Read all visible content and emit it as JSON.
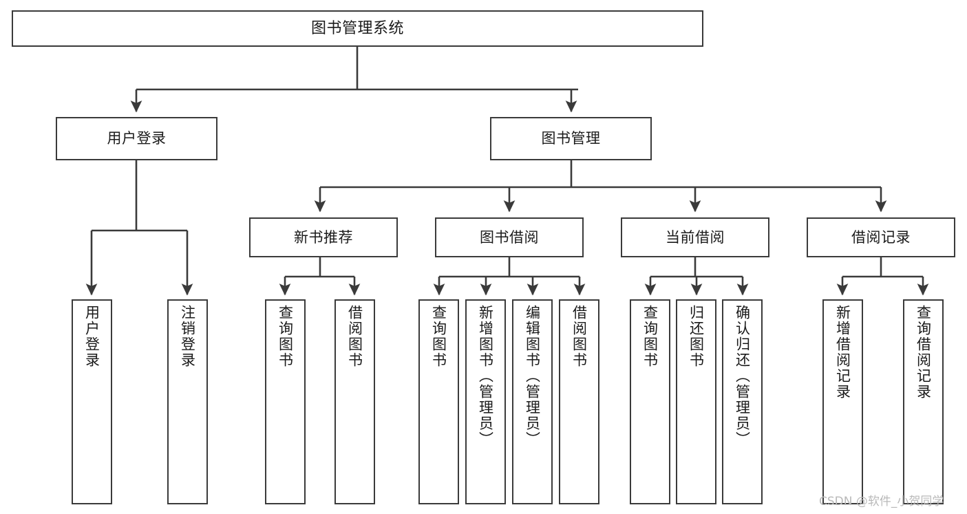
{
  "diagram": {
    "title": "图书管理系统",
    "type": "tree-hierarchy",
    "orientation": "top-down",
    "colors": {
      "box_border": "#3a3a3a",
      "box_fill": "#ffffff",
      "connector": "#3a3a3a",
      "text": "#1a1a1a",
      "watermark": "#b9b9b9",
      "background": "#ffffff"
    }
  },
  "nodes": {
    "root": {
      "label": "图书管理系统"
    },
    "level2": [
      {
        "label": "用户登录"
      },
      {
        "label": "图书管理"
      }
    ],
    "level3": [
      {
        "label": "新书推荐"
      },
      {
        "label": "图书借阅"
      },
      {
        "label": "当前借阅"
      },
      {
        "label": "借阅记录"
      }
    ],
    "leaves": {
      "user_login": [
        {
          "label": "用户登录"
        },
        {
          "label": "注销登录"
        }
      ],
      "new_book_recommend": [
        {
          "label": "查询图书"
        },
        {
          "label": "借阅图书"
        }
      ],
      "book_borrow": [
        {
          "label": "查询图书"
        },
        {
          "label": "新增图书（管理员）"
        },
        {
          "label": "编辑图书（管理员）"
        },
        {
          "label": "借阅图书"
        }
      ],
      "current_borrow": [
        {
          "label": "查询图书"
        },
        {
          "label": "归还图书"
        },
        {
          "label": "确认归还（管理员）"
        }
      ],
      "borrow_record": [
        {
          "label": "新增借阅记录"
        },
        {
          "label": "查询借阅记录"
        }
      ]
    }
  },
  "watermark": {
    "text": "CSDN @软件_小贺同学"
  }
}
